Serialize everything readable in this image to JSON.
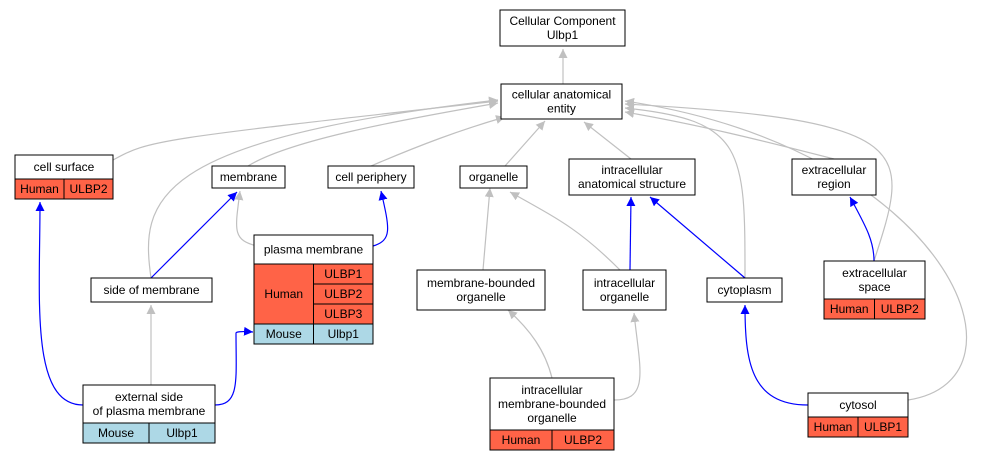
{
  "colors": {
    "edge_is_a": "#c0c0c0",
    "edge_part_of": "#0000ff",
    "human": "#ff6347",
    "mouse": "#add8e6",
    "node_fill": "#ffffff",
    "node_border": "#000000"
  },
  "nodes": {
    "root": [
      "Cellular Component",
      "Ulbp1"
    ],
    "cae": [
      "cellular anatomical",
      "entity"
    ],
    "cell_surface": [
      "cell surface"
    ],
    "membrane": [
      "membrane"
    ],
    "cell_periphery": [
      "cell periphery"
    ],
    "organelle": [
      "organelle"
    ],
    "ias": [
      "intracellular",
      "anatomical structure"
    ],
    "ext_region": [
      "extracellular",
      "region"
    ],
    "side_mem": [
      "side of membrane"
    ],
    "plasma_mem": [
      "plasma membrane"
    ],
    "mbo": [
      "membrane-bounded",
      "organelle"
    ],
    "intra_org": [
      "intracellular",
      "organelle"
    ],
    "cytoplasm": [
      "cytoplasm"
    ],
    "ext_space": [
      "extracellular",
      "space"
    ],
    "ext_side": [
      "external side",
      "of plasma membrane"
    ],
    "imbo": [
      "intracellular",
      "membrane-bounded",
      "organelle"
    ],
    "cytosol": [
      "cytosol"
    ]
  },
  "annotations": {
    "cell_surface": [
      {
        "species": "Human",
        "genes": [
          "ULBP2"
        ]
      }
    ],
    "plasma_mem": [
      {
        "species": "Human",
        "genes": [
          "ULBP1",
          "ULBP2",
          "ULBP3"
        ]
      },
      {
        "species": "Mouse",
        "genes": [
          "Ulbp1"
        ]
      }
    ],
    "ext_space": [
      {
        "species": "Human",
        "genes": [
          "ULBP2"
        ]
      }
    ],
    "ext_side": [
      {
        "species": "Mouse",
        "genes": [
          "Ulbp1"
        ]
      }
    ],
    "imbo": [
      {
        "species": "Human",
        "genes": [
          "ULBP2"
        ]
      }
    ],
    "cytosol": [
      {
        "species": "Human",
        "genes": [
          "ULBP1"
        ]
      }
    ]
  },
  "edges": [
    {
      "from": "cae",
      "to": "root",
      "type": "is_a"
    },
    {
      "from": "cell_surface",
      "to": "cae",
      "type": "is_a"
    },
    {
      "from": "membrane",
      "to": "cae",
      "type": "is_a"
    },
    {
      "from": "cell_periphery",
      "to": "cae",
      "type": "is_a"
    },
    {
      "from": "organelle",
      "to": "cae",
      "type": "is_a"
    },
    {
      "from": "ias",
      "to": "cae",
      "type": "is_a"
    },
    {
      "from": "ext_region",
      "to": "cae",
      "type": "is_a"
    },
    {
      "from": "side_mem",
      "to": "cae",
      "type": "is_a"
    },
    {
      "from": "cytoplasm",
      "to": "cae",
      "type": "is_a"
    },
    {
      "from": "ext_space",
      "to": "cae",
      "type": "is_a"
    },
    {
      "from": "cytosol",
      "to": "cae",
      "type": "is_a"
    },
    {
      "from": "plasma_mem",
      "to": "membrane",
      "type": "is_a"
    },
    {
      "from": "side_mem",
      "to": "membrane",
      "type": "part_of"
    },
    {
      "from": "plasma_mem",
      "to": "cell_periphery",
      "type": "part_of"
    },
    {
      "from": "mbo",
      "to": "organelle",
      "type": "is_a"
    },
    {
      "from": "intra_org",
      "to": "organelle",
      "type": "is_a"
    },
    {
      "from": "intra_org",
      "to": "ias",
      "type": "part_of"
    },
    {
      "from": "cytoplasm",
      "to": "ias",
      "type": "part_of"
    },
    {
      "from": "ext_space",
      "to": "ext_region",
      "type": "part_of"
    },
    {
      "from": "ext_side",
      "to": "cell_surface",
      "type": "part_of"
    },
    {
      "from": "ext_side",
      "to": "side_mem",
      "type": "is_a"
    },
    {
      "from": "ext_side",
      "to": "plasma_mem",
      "type": "part_of"
    },
    {
      "from": "imbo",
      "to": "mbo",
      "type": "is_a"
    },
    {
      "from": "imbo",
      "to": "intra_org",
      "type": "is_a"
    },
    {
      "from": "cytosol",
      "to": "cytoplasm",
      "type": "part_of"
    }
  ]
}
